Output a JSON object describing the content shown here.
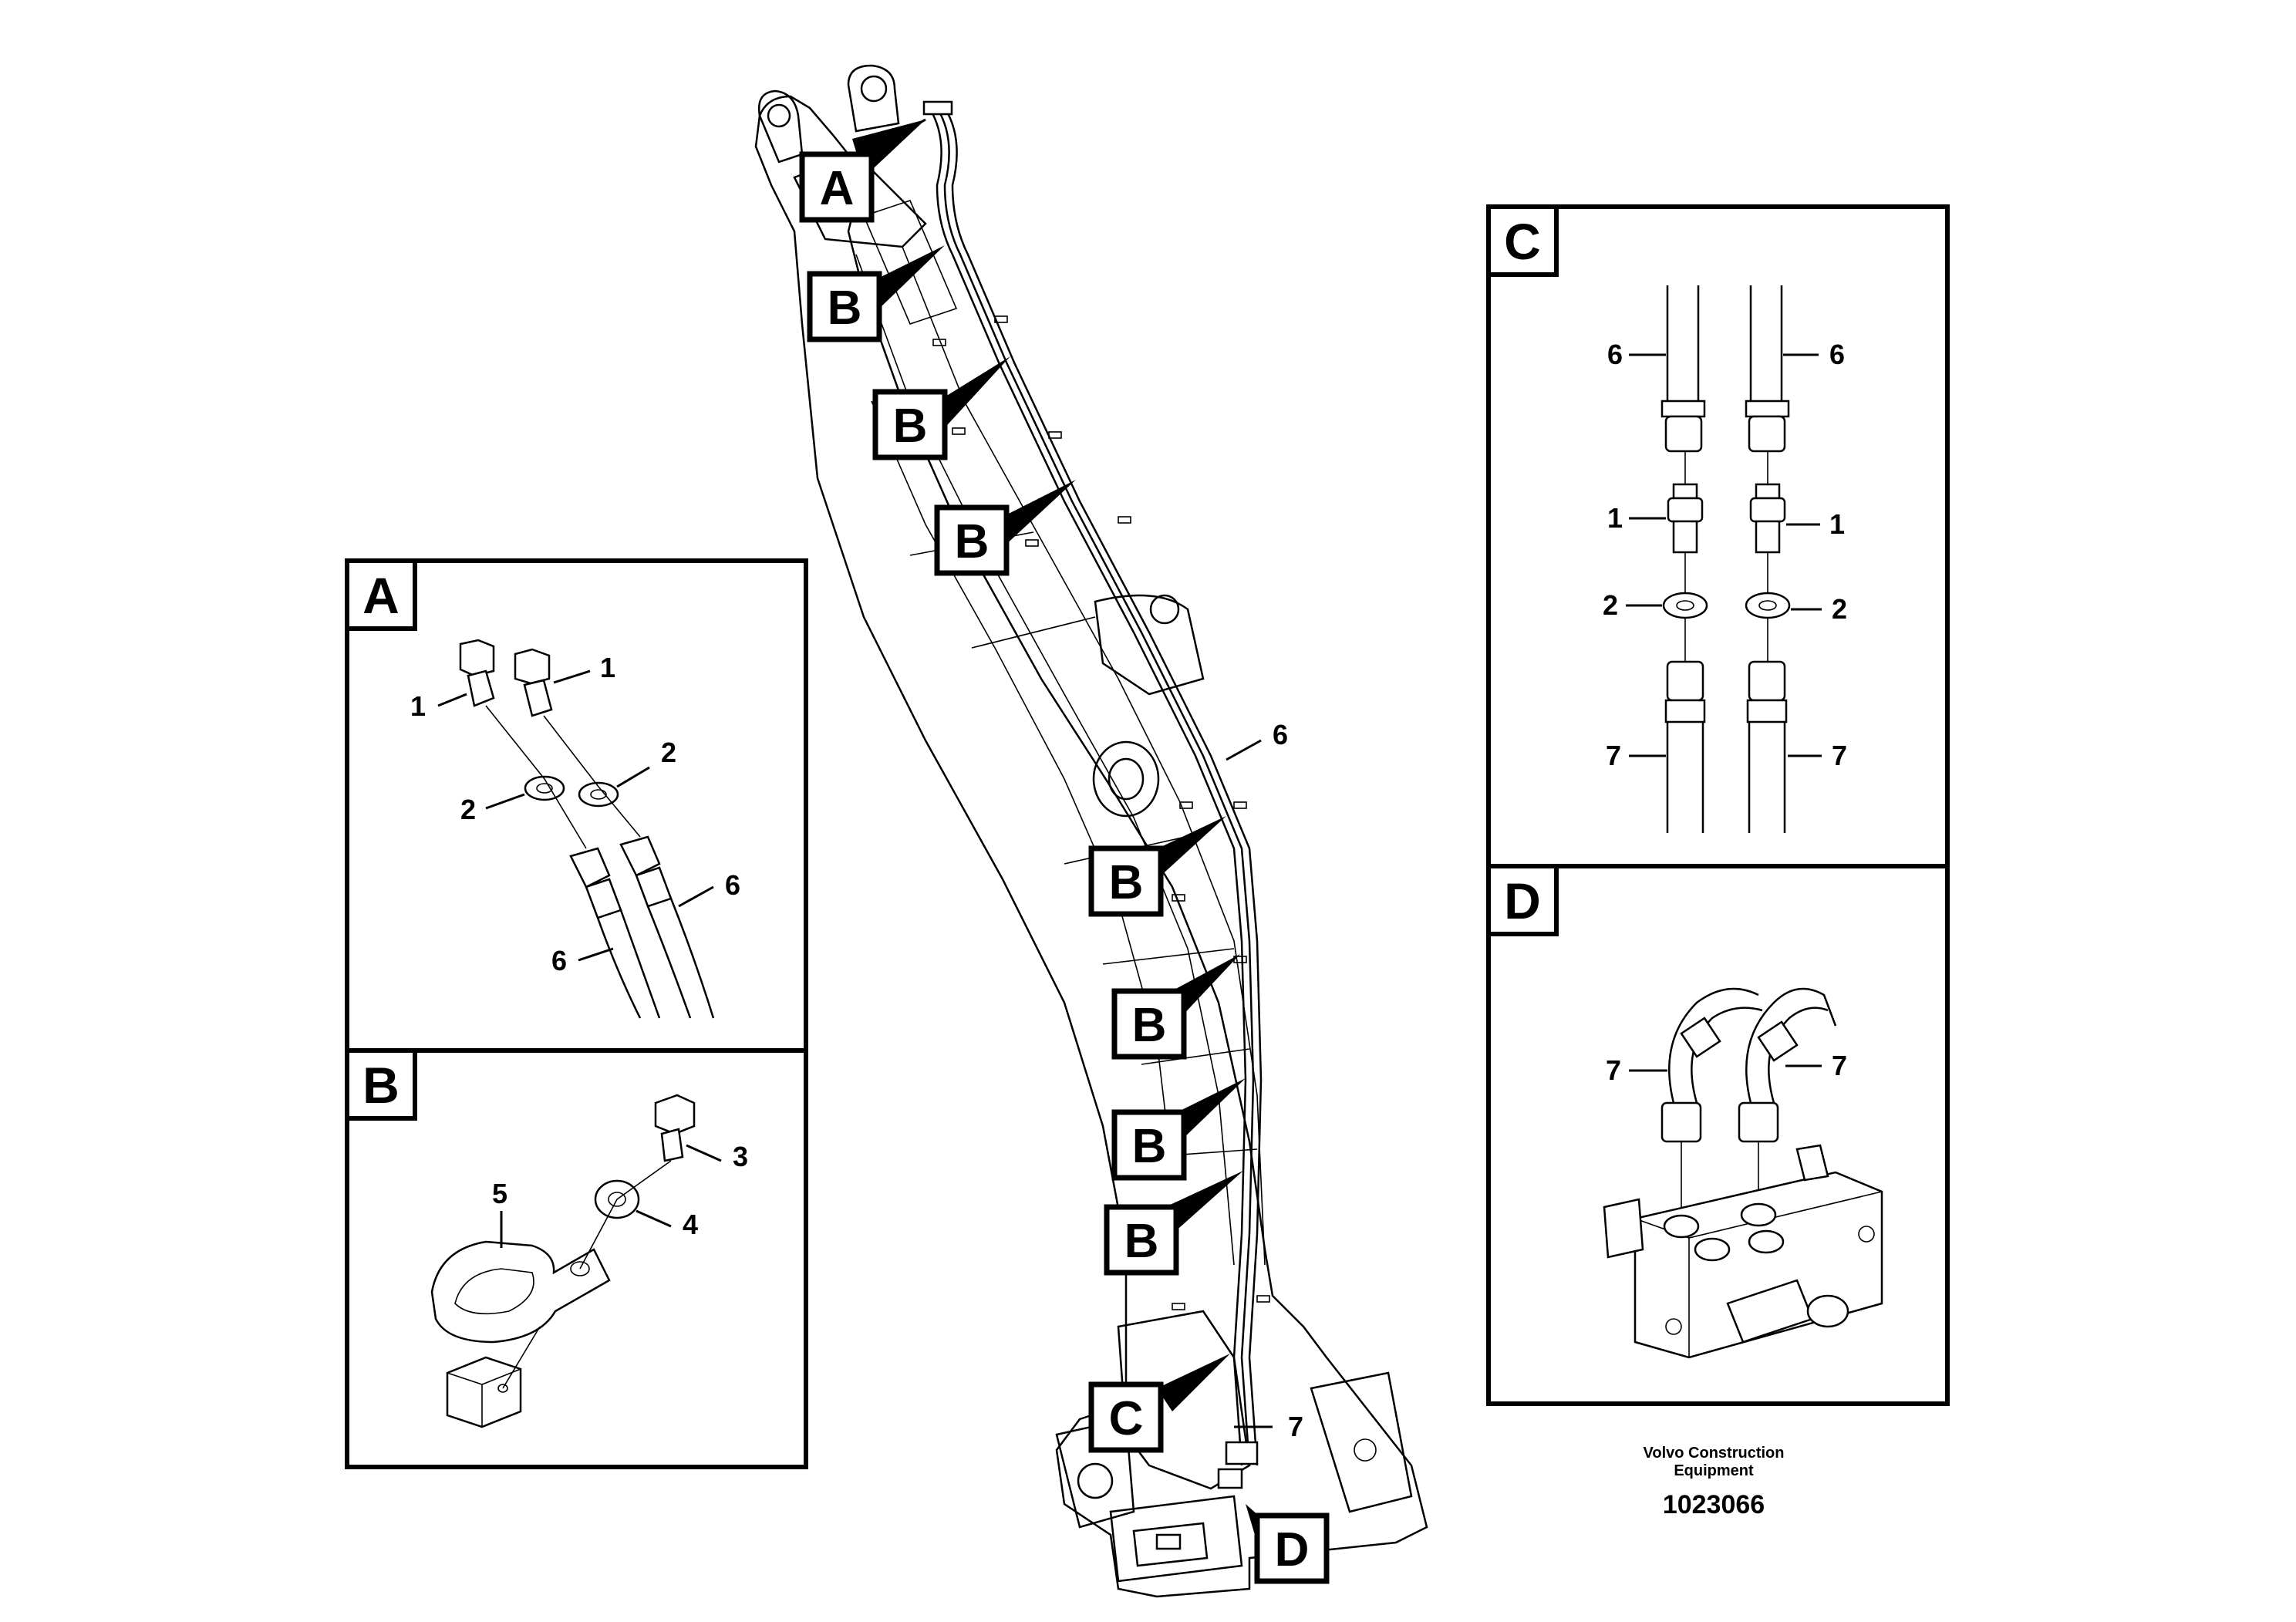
{
  "callouts": {
    "A": "A",
    "B": "B",
    "C": "C",
    "D": "D"
  },
  "boom_labels": {
    "hose_upper": "6",
    "hose_lower": "7"
  },
  "detail_A": {
    "letter": "A",
    "labels": [
      "1",
      "1",
      "2",
      "2",
      "6",
      "6"
    ]
  },
  "detail_B": {
    "letter": "B",
    "labels": [
      "3",
      "4",
      "5"
    ]
  },
  "detail_C": {
    "letter": "C",
    "labels": [
      "6",
      "6",
      "1",
      "1",
      "2",
      "2",
      "7",
      "7"
    ]
  },
  "detail_D": {
    "letter": "D",
    "labels": [
      "7",
      "7"
    ]
  },
  "footer": {
    "credit_line1": "Volvo Construction",
    "credit_line2": "Equipment",
    "drawing_number": "1023066"
  }
}
